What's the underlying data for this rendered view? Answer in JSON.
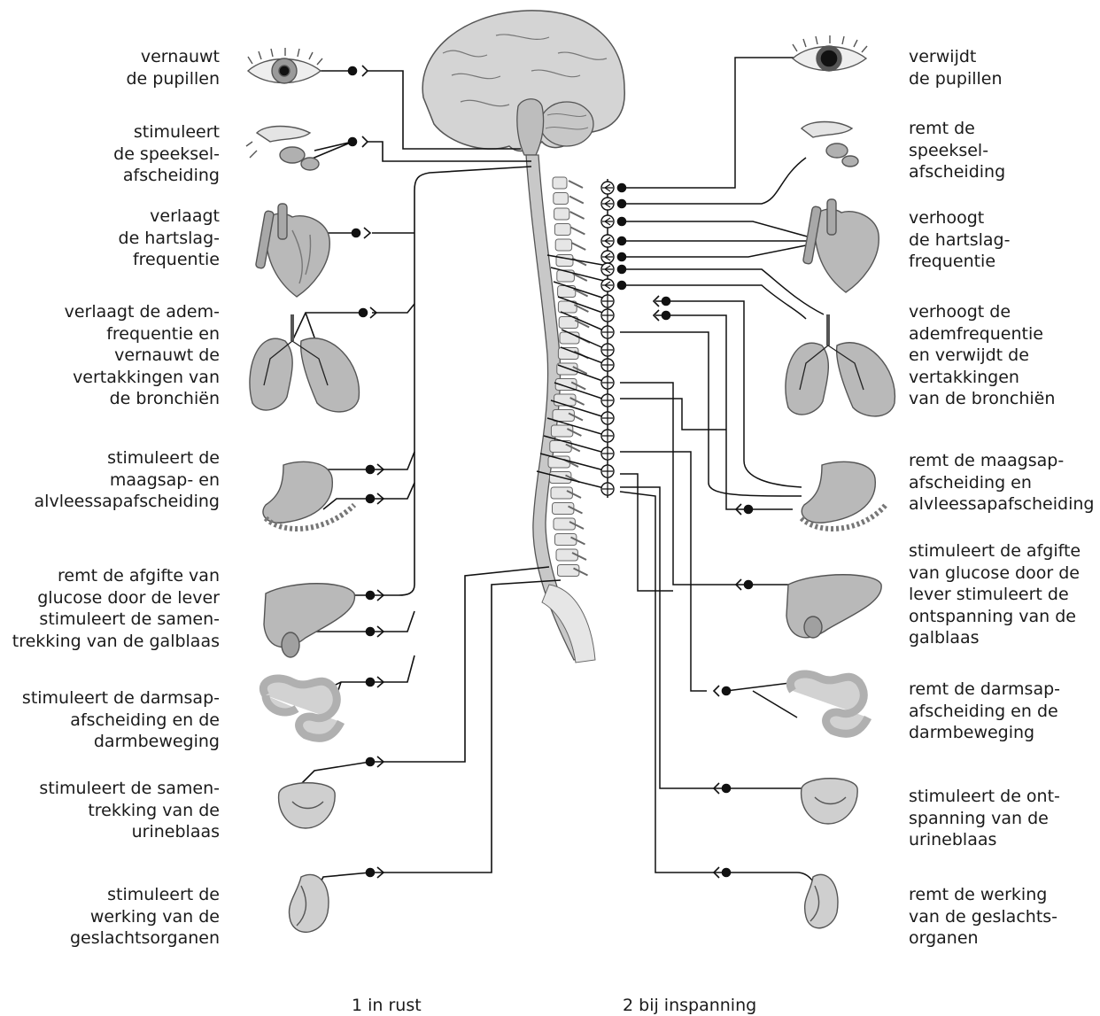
{
  "left_labels": [
    {
      "lines": [
        "vernauwt",
        "de pupillen"
      ]
    },
    {
      "lines": [
        "stimuleert",
        "de speeksel-",
        "afscheiding"
      ]
    },
    {
      "lines": [
        "verlaagt",
        "de hartslag-",
        "frequentie"
      ]
    },
    {
      "lines": [
        "verlaagt de adem-",
        "frequentie en",
        "vernauwt de",
        "vertakkingen van",
        "de bronchiën"
      ]
    },
    {
      "lines": [
        "stimuleert de",
        "maagsap- en",
        "alvleessapafscheiding"
      ]
    },
    {
      "lines": [
        "remt de afgifte van",
        "glucose door de lever",
        "stimuleert de samen-",
        "trekking van de galblaas"
      ]
    },
    {
      "lines": [
        "stimuleert de darmsap-",
        "afscheiding en de",
        "darmbeweging"
      ]
    },
    {
      "lines": [
        "stimuleert de samen-",
        "trekking van de",
        "urineblaas"
      ]
    },
    {
      "lines": [
        "stimuleert de",
        "werking van de",
        "geslachtsorganen"
      ]
    }
  ],
  "right_labels": [
    {
      "lines": [
        "verwijdt",
        "de pupillen"
      ]
    },
    {
      "lines": [
        "remt de",
        "speeksel-",
        "afscheiding"
      ]
    },
    {
      "lines": [
        "verhoogt",
        "de hartslag-",
        "frequentie"
      ]
    },
    {
      "lines": [
        "verhoogt de",
        "ademfrequentie",
        "en verwijdt de",
        "vertakkingen",
        "van de bronchiën"
      ]
    },
    {
      "lines": [
        "remt de maagsap-",
        "afscheiding en",
        "alvleessapafscheiding"
      ]
    },
    {
      "lines": [
        "stimuleert de afgifte",
        "van glucose door de",
        "lever stimuleert de",
        "ontspanning van de",
        "galblaas"
      ]
    },
    {
      "lines": [
        "remt de darmsap-",
        "afscheiding en de",
        "darmbeweging"
      ]
    },
    {
      "lines": [
        "stimuleert de ont-",
        "spanning van de",
        "urineblaas"
      ]
    },
    {
      "lines": [
        "remt de werking",
        "van de geslachts-",
        "organen"
      ]
    }
  ],
  "captions": {
    "left": "1 in rust",
    "right": "2 bij inspanning"
  },
  "colors": {
    "line": "#111111",
    "organ_fill": "#b9b9b9",
    "organ_stroke": "#555555",
    "brain_fill": "#d4d4d4",
    "spine_fill": "#c8c8c8",
    "vertebra_fill": "#e6e6e6"
  }
}
